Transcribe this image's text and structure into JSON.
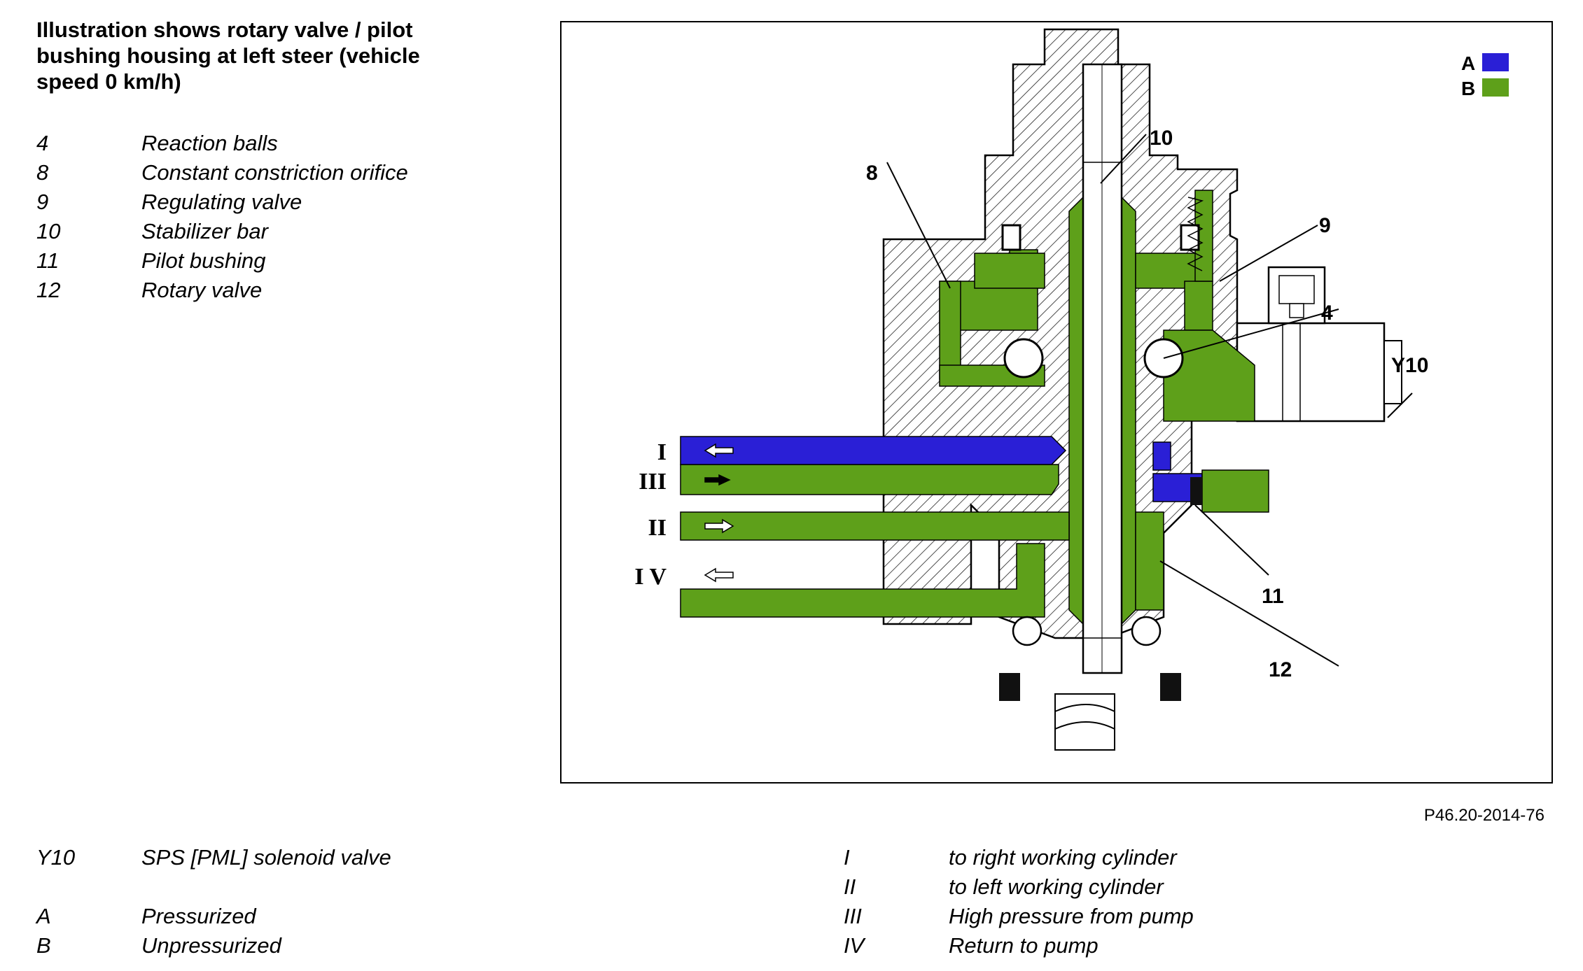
{
  "title": "Illustration shows rotary valve / pilot bushing housing at left steer (vehicle speed 0 km/h)",
  "parts": [
    {
      "num": "4",
      "label": "Reaction balls"
    },
    {
      "num": "8",
      "label": "Constant constriction orifice"
    },
    {
      "num": "9",
      "label": "Regulating valve"
    },
    {
      "num": "10",
      "label": "Stabilizer bar"
    },
    {
      "num": "11",
      "label": "Pilot bushing"
    },
    {
      "num": "12",
      "label": "Rotary valve"
    }
  ],
  "solenoid": {
    "key": "Y10",
    "label": "SPS [PML] solenoid valve"
  },
  "states": [
    {
      "key": "A",
      "label": "Pressurized",
      "color": "#2a1fd6"
    },
    {
      "key": "B",
      "label": "Unpressurized",
      "color": "#5ea01a"
    }
  ],
  "ports": [
    {
      "key": "I",
      "label": "to right working cylinder"
    },
    {
      "key": "II",
      "label": "to left working cylinder"
    },
    {
      "key": "III",
      "label": "High pressure from pump"
    },
    {
      "key": "IV",
      "label": "Return to pump"
    }
  ],
  "diagram": {
    "callouts": {
      "c4": "4",
      "c8": "8",
      "c9": "9",
      "c10": "10",
      "c11": "11",
      "c12": "12",
      "cY10": "Y10"
    },
    "port_labels": {
      "p1": "I",
      "p3": "III",
      "p2": "II",
      "p4": "I V"
    },
    "legend": {
      "a": "A",
      "b": "B"
    }
  },
  "figure_ref": "P46.20-2014-76"
}
